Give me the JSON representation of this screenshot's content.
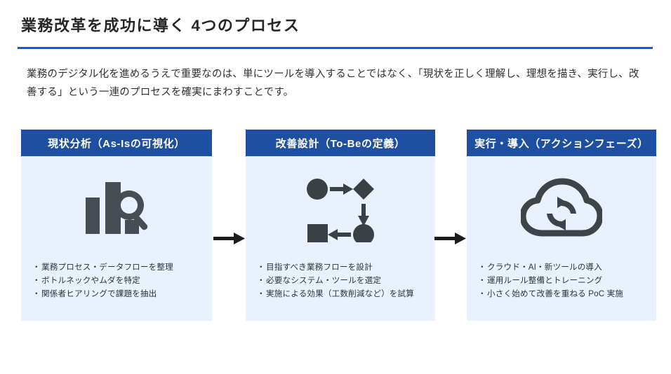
{
  "slide": {
    "title": "業務改革を成功に導く 4つのプロセス",
    "accent_color": "#1158e0",
    "header_color": "#1e4fa0",
    "card_body_color": "#e9f2fc",
    "icon_color": "#444a4f",
    "intro": "業務のデジタル化を進めるうえで重要なのは、単にツールを導入することではなく、「現状を正しく理解し、理想を描き、実行し、改善する」という一連のプロセスを確実にまわすことです。"
  },
  "cards": [
    {
      "header": "現状分析（As-Isの可視化）",
      "icon": "bar-chart-magnifier-icon",
      "bullets": [
        "業務プロセス・データフローを整理",
        "ボトルネックやムダを特定",
        "関係者ヒアリングで課題を抽出"
      ]
    },
    {
      "header": "改善設計（To-Beの定義）",
      "icon": "process-flow-diagram-icon",
      "bullets": [
        "目指すべき業務フローを設計",
        "必要なシステム・ツールを選定",
        "実施による効果（工数削減など）を試算"
      ]
    },
    {
      "header": "実行・導入（アクションフェーズ）",
      "icon": "cloud-sync-icon",
      "bullets": [
        "クラウド・AI・新ツールの導入",
        "運用ルール整備とトレーニング",
        "小さく始めて改善を重ねる PoC 実施"
      ]
    }
  ],
  "bullet_marker": "・",
  "arrows": [
    {
      "name": "arrow-card1-to-card2"
    },
    {
      "name": "arrow-card2-to-card3"
    }
  ]
}
